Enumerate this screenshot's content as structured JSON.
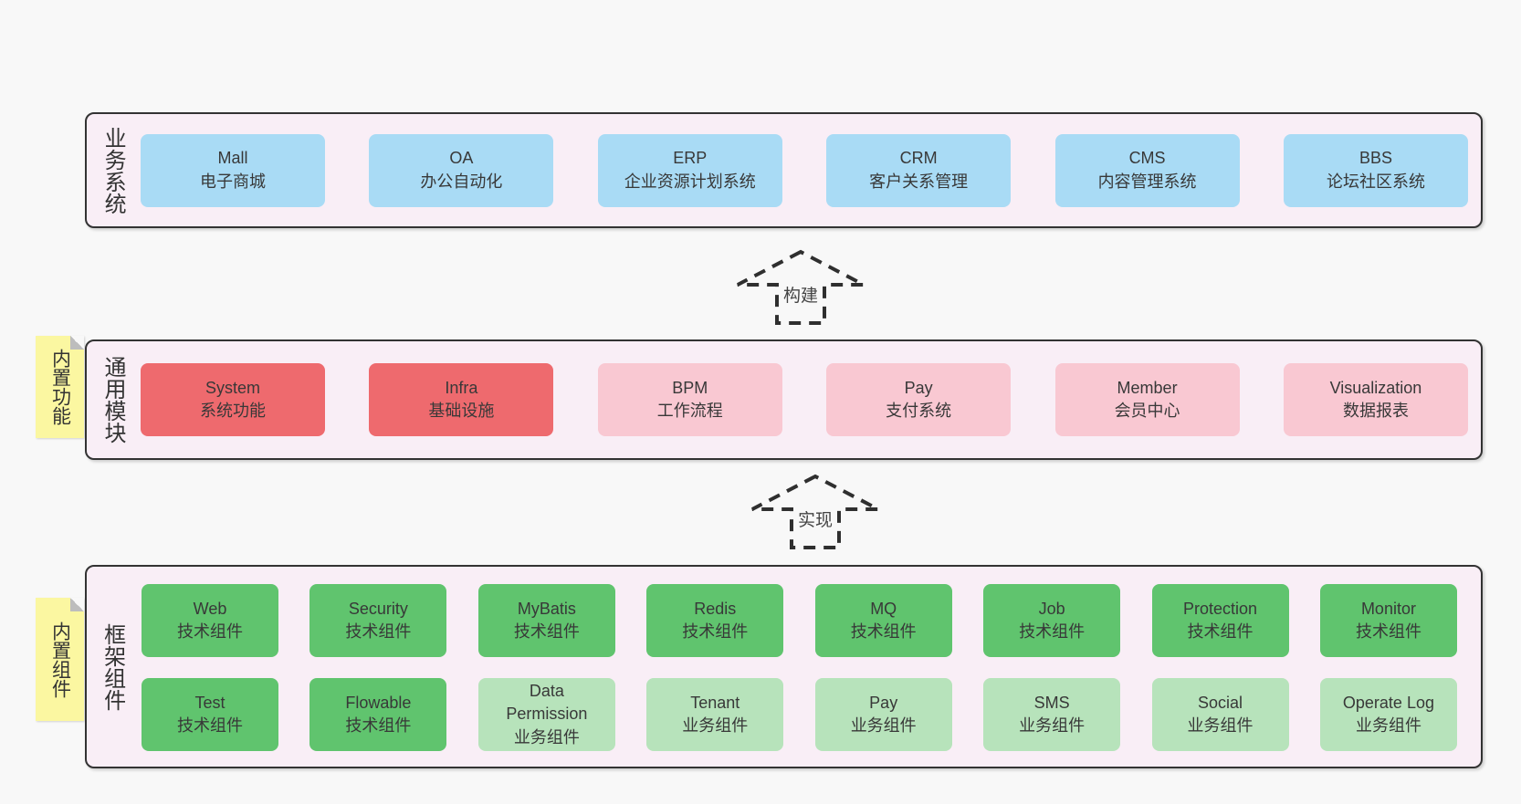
{
  "colors": {
    "page_bg": "#f8f8f8",
    "band_bg": "#f9eef6",
    "band_border": "#333333",
    "blue_box": "#a9dbf5",
    "red_box": "#ee6a6e",
    "pink_box": "#f9c8d2",
    "green_dark_box": "#60c46e",
    "green_light_box": "#b7e3bb",
    "sticky_yellow": "#fbf7a1",
    "text": "#383838"
  },
  "arrows": {
    "build": "构建",
    "implement": "实现"
  },
  "bands": {
    "business": {
      "label": "业务系统",
      "boxes": [
        {
          "title": "Mall",
          "subtitle": "电子商城"
        },
        {
          "title": "OA",
          "subtitle": "办公自动化"
        },
        {
          "title": "ERP",
          "subtitle": "企业资源计划系统"
        },
        {
          "title": "CRM",
          "subtitle": "客户关系管理"
        },
        {
          "title": "CMS",
          "subtitle": "内容管理系统"
        },
        {
          "title": "BBS",
          "subtitle": "论坛社区系统"
        }
      ]
    },
    "modules": {
      "label": "通用模块",
      "sticky": "内置功能",
      "boxes": [
        {
          "title": "System",
          "subtitle": "系统功能",
          "variant": "red"
        },
        {
          "title": "Infra",
          "subtitle": "基础设施",
          "variant": "red"
        },
        {
          "title": "BPM",
          "subtitle": "工作流程",
          "variant": "pink"
        },
        {
          "title": "Pay",
          "subtitle": "支付系统",
          "variant": "pink"
        },
        {
          "title": "Member",
          "subtitle": "会员中心",
          "variant": "pink"
        },
        {
          "title": "Visualization",
          "subtitle": "数据报表",
          "variant": "pink"
        }
      ]
    },
    "components": {
      "label": "框架组件",
      "sticky": "内置组件",
      "row1": [
        {
          "title": "Web",
          "subtitle": "技术组件",
          "variant": "green-dark"
        },
        {
          "title": "Security",
          "subtitle": "技术组件",
          "variant": "green-dark"
        },
        {
          "title": "MyBatis",
          "subtitle": "技术组件",
          "variant": "green-dark"
        },
        {
          "title": "Redis",
          "subtitle": "技术组件",
          "variant": "green-dark"
        },
        {
          "title": "MQ",
          "subtitle": "技术组件",
          "variant": "green-dark"
        },
        {
          "title": "Job",
          "subtitle": "技术组件",
          "variant": "green-dark"
        },
        {
          "title": "Protection",
          "subtitle": "技术组件",
          "variant": "green-dark"
        },
        {
          "title": "Monitor",
          "subtitle": "技术组件",
          "variant": "green-dark"
        }
      ],
      "row2": [
        {
          "title": "Test",
          "subtitle": "技术组件",
          "variant": "green-dark"
        },
        {
          "title": "Flowable",
          "subtitle": "技术组件",
          "variant": "green-dark"
        },
        {
          "title": "Data Permission",
          "subtitle": "业务组件",
          "variant": "green-light"
        },
        {
          "title": "Tenant",
          "subtitle": "业务组件",
          "variant": "green-light"
        },
        {
          "title": "Pay",
          "subtitle": "业务组件",
          "variant": "green-light"
        },
        {
          "title": "SMS",
          "subtitle": "业务组件",
          "variant": "green-light"
        },
        {
          "title": "Social",
          "subtitle": "业务组件",
          "variant": "green-light"
        },
        {
          "title": "Operate Log",
          "subtitle": "业务组件",
          "variant": "green-light"
        }
      ]
    }
  }
}
